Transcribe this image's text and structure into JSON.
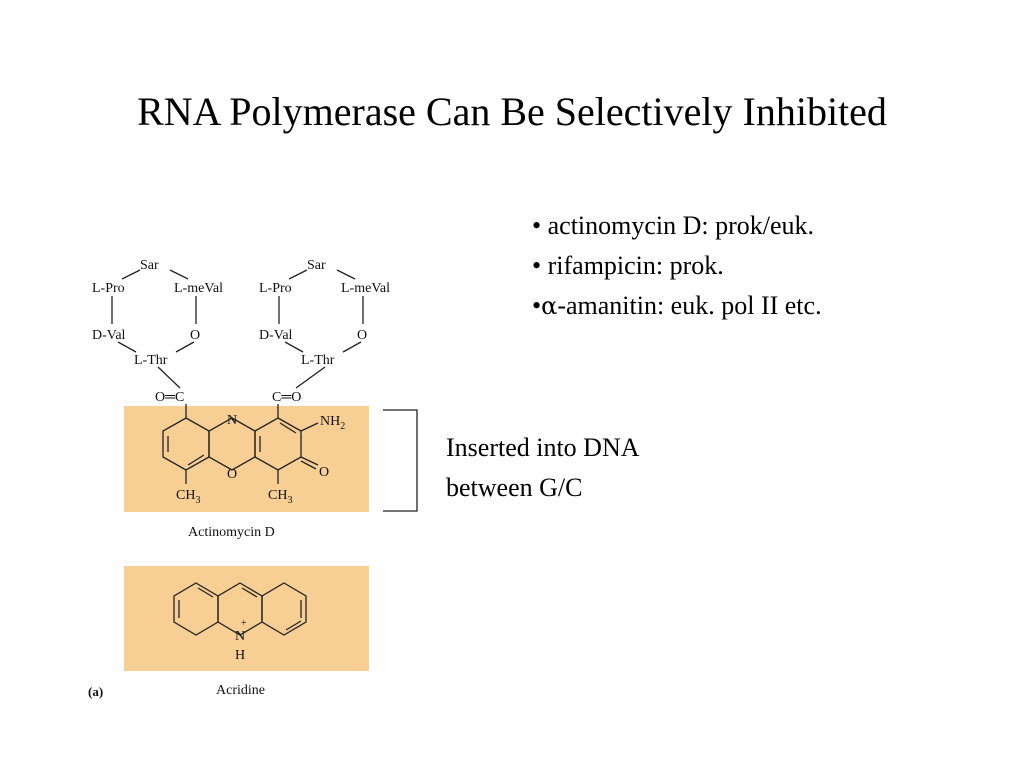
{
  "slide": {
    "title": "RNA Polymerase Can Be Selectively Inhibited"
  },
  "bullets": {
    "marker": "•",
    "items": [
      {
        "text": "actinomycin D: prok/euk."
      },
      {
        "text": "rifampicin: prok."
      },
      {
        "greek": "α",
        "text": "-amanitin: euk. pol II etc."
      }
    ]
  },
  "annotation": {
    "line1": "Inserted into DNA",
    "line2": "between G/C"
  },
  "figure": {
    "panel_label": "(a)",
    "highlight_color": "#f7cf94",
    "actinomycin": {
      "caption": "Actinomycin D",
      "peptide_left": {
        "sar": "Sar",
        "pro": "L-Pro",
        "meval": "L-meVal",
        "val": "D-Val",
        "o": "O",
        "thr": "L-Thr"
      },
      "peptide_right": {
        "sar": "Sar",
        "pro": "L-Pro",
        "meval": "L-meVal",
        "val": "D-Val",
        "o": "O",
        "thr": "L-Thr"
      },
      "carbonyl_left": "O═C",
      "carbonyl_right": "C═O",
      "ring_n": "N",
      "ring_o": "O",
      "keto_o": "O",
      "nh2": "NH",
      "nh2_sub": "2",
      "ch3": "CH",
      "ch3_sub": "3"
    },
    "acridine": {
      "caption": "Acridine",
      "n": "N",
      "charge": "+",
      "h": "H"
    }
  }
}
